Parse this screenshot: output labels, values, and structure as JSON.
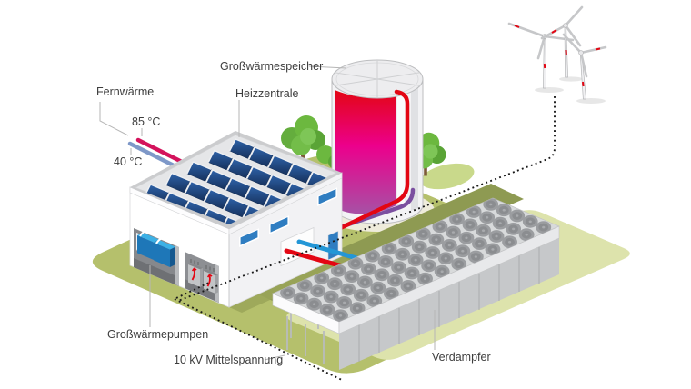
{
  "diagram": {
    "labels": {
      "storage": "Großwärmespeicher",
      "district_heating": "Fernwärme",
      "temp_supply": "85 °C",
      "temp_return": "40 °C",
      "heating_plant": "Heizzentrale",
      "heat_pumps": "Großwärmepumpen",
      "medium_voltage": "10 kV Mittelspannung",
      "evaporator": "Verdampfer"
    },
    "colors": {
      "grass": "#b5c06c",
      "grass_light": "#dde3ac",
      "grass_dark": "#8e9a52",
      "pipe_hot": "#d4135c",
      "pipe_cold": "#7e98c8",
      "pipe_red": "#e30613",
      "pipe_blue": "#2396d6",
      "pipe_purple": "#7b4fa0",
      "tank_top_color": "#e30613",
      "tank_mid_color": "#ec008c",
      "tank_bottom_color": "#a751a5",
      "panel_blue": "#1c3f74",
      "window_blue": "#2f7dc1",
      "dotted_line": "#1a1a1a",
      "leader": "#b6b6b6",
      "label_text": "#3d3d3d"
    }
  }
}
